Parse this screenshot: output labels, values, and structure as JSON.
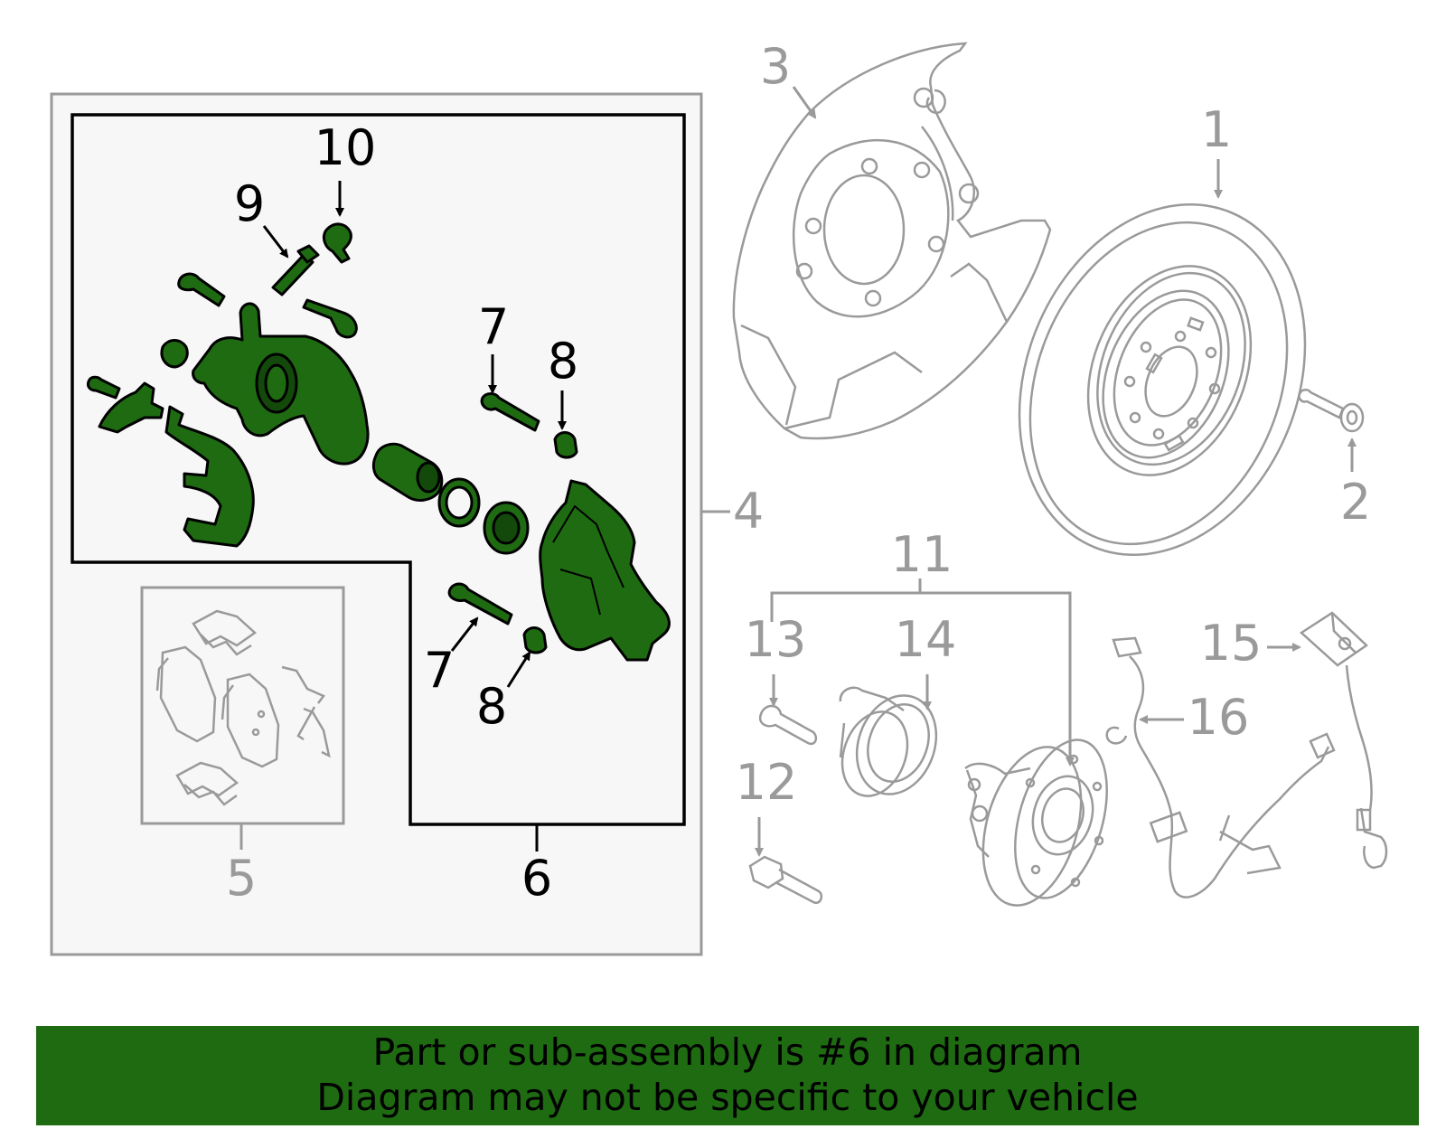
{
  "callouts": {
    "c1": "1",
    "c2": "2",
    "c3": "3",
    "c4": "4",
    "c5": "5",
    "c6": "6",
    "c7a": "7",
    "c7b": "7",
    "c8a": "8",
    "c8b": "8",
    "c9": "9",
    "c10": "10",
    "c11": "11",
    "c12": "12",
    "c13": "13",
    "c14": "14",
    "c15": "15",
    "c16": "16"
  },
  "banner": {
    "line1": "Part or sub-assembly is #6 in diagram",
    "line2": "Diagram may not be specific to your vehicle"
  },
  "colors": {
    "highlight_part": "#1e6b12",
    "banner_background": "#1e6b12",
    "other_parts_outline": "#9a9a9a",
    "assembly_box_fill": "#f7f7f7"
  }
}
